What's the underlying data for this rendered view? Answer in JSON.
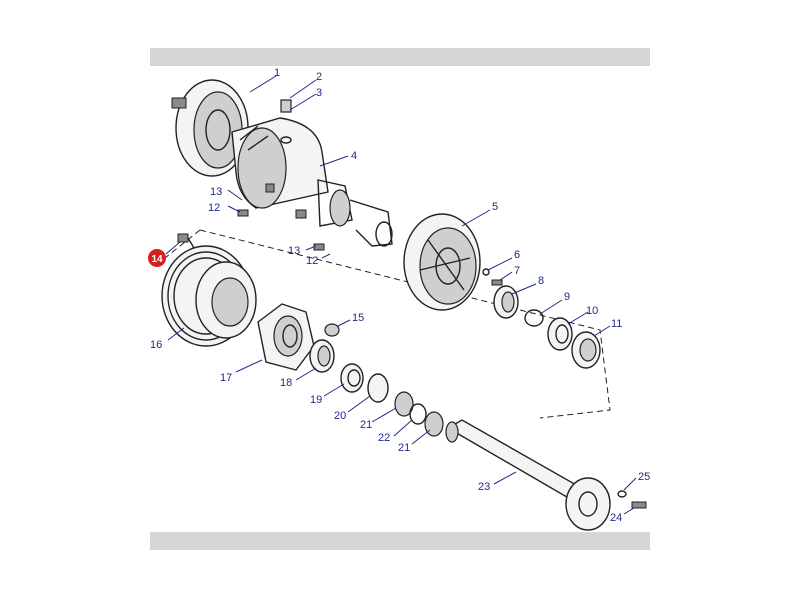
{
  "labels": {
    "l1": "1",
    "l2": "2",
    "l3": "3",
    "l4": "4",
    "l5": "5",
    "l6": "6",
    "l7": "7",
    "l8": "8",
    "l9": "9",
    "l10": "10",
    "l11": "11",
    "l12a": "12",
    "l12b": "12",
    "l13a": "13",
    "l13b": "13",
    "l14": "14",
    "l15": "15",
    "l16": "16",
    "l17": "17",
    "l18": "18",
    "l19": "19",
    "l20": "20",
    "l21a": "21",
    "l21b": "21",
    "l22": "22",
    "l23": "23",
    "l24": "24",
    "l25": "25"
  },
  "colors": {
    "label": "#1e2a8c",
    "highlight": "#d42020",
    "bar": "#d6d6d6"
  }
}
